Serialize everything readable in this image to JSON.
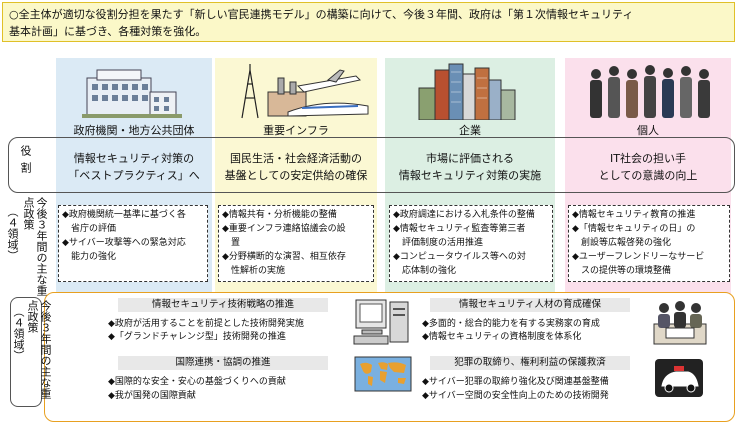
{
  "banner": {
    "line1": "○全主体が適切な役割分担を果たす「新しい官民連携モデル」の構築に向けて、今後３年間、政府は「第１次情報セキュリティ",
    "line2": "基本計画」に基づき、各種対策を強化。"
  },
  "columns": [
    {
      "header": "政府機関・地方公共団体",
      "role_line1": "情報セキュリティ対策の",
      "role_line2": "「ベストプラクティス」へ",
      "measures": [
        "◆政府機関統一基準に基づく各",
        "　省庁の評価",
        "◆サイバー攻撃等への緊急対応",
        "　能力の強化"
      ]
    },
    {
      "header": "重要インフラ",
      "role_line1": "国民生活・社会経済活動の",
      "role_line2": "基盤としての安定供給の確保",
      "measures": [
        "◆情報共有・分析機能の整備",
        "◆重要インフラ連絡協議会の設",
        "　置",
        "◆分野横断的な演習、相互依存",
        "　性解析の実施"
      ]
    },
    {
      "header": "企業",
      "role_line1": "市場に評価される",
      "role_line2": "情報セキュリティ対策の実施",
      "measures": [
        "◆政府調達における入札条件の整備",
        "◆情報セキュリティ監査等第三者",
        "　評価制度の活用推進",
        "◆コンピュータウイルス等への対",
        "　応体制の強化"
      ]
    },
    {
      "header": "個人",
      "role_line1": "IT社会の担い手",
      "role_line2": "としての意識の向上",
      "measures": [
        "◆情報セキュリティ教育の推進",
        "◆「情報セキュリティの日」の",
        "　創設等広報啓発の強化",
        "◆ユーザーフレンドリーなサービ",
        "　スの提供等の環境整備"
      ]
    }
  ],
  "role_label": "役割",
  "upper_side_label": "今後３年間の主な重点政策",
  "upper_side_sub": "（４領域）",
  "lower_side_label": "今後３年間の主な重点政策",
  "lower_side_sub": "（４領域）",
  "policies": [
    {
      "title": "情報セキュリティ技術戦略の推進",
      "items": [
        "◆政府が活用することを前提とした技術開発実施",
        "◆「グランドチャレンジ型」技術開発の推進"
      ]
    },
    {
      "title": "情報セキュリティ人材の育成確保",
      "items": [
        "◆多面的・総合的能力を有する実務家の育成",
        "◆情報セキュリティの資格制度を体系化"
      ]
    },
    {
      "title": "国際連携・協調の推進",
      "items": [
        "◆国際的な安全・安心の基盤づくりへの貢献",
        "◆我が国発の国際貢献"
      ]
    },
    {
      "title": "犯罪の取締り、権利利益の保護救済",
      "items": [
        "◆サイバー犯罪の取締り強化及び関連基盤整備",
        "◆サイバー空間の安全性向上のための技術開発"
      ]
    }
  ],
  "colors": {
    "banner_bg": "#fbf8c8",
    "banner_border": "#e0c028",
    "col1": "#dbeaf5",
    "col2": "#fbf8d3",
    "col3": "#dcefe3",
    "col4": "#fbe0ec",
    "lower_border": "#e8a020"
  },
  "icons": [
    "government-building-icon",
    "infrastructure-icon",
    "skyscrapers-icon",
    "people-icon",
    "computer-icon",
    "workers-icon",
    "world-map-icon",
    "police-car-icon"
  ]
}
